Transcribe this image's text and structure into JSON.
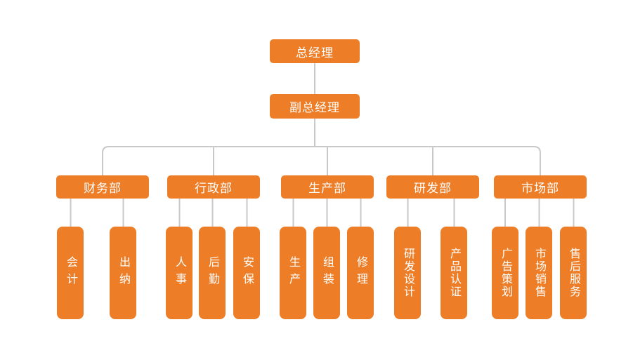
{
  "colors": {
    "accent_orange": "#ED7D26",
    "connector_gray": "#C9C9C9",
    "background": "#FFFFFF",
    "node_text": "#FFFFFF"
  },
  "org_chart": {
    "root": {
      "label": "总经理"
    },
    "deputy": {
      "label": "副总经理"
    },
    "departments": [
      {
        "label": "财务部",
        "children": [
          {
            "label": "会计"
          },
          {
            "label": "出纳"
          }
        ]
      },
      {
        "label": "行政部",
        "children": [
          {
            "label": "人事"
          },
          {
            "label": "后勤"
          },
          {
            "label": "安保"
          }
        ]
      },
      {
        "label": "生产部",
        "children": [
          {
            "label": "生产"
          },
          {
            "label": "组装"
          },
          {
            "label": "修理"
          }
        ]
      },
      {
        "label": "研发部",
        "children": [
          {
            "label": "研发设计"
          },
          {
            "label": "产品认证"
          }
        ]
      },
      {
        "label": "市场部",
        "children": [
          {
            "label": "广告策划"
          },
          {
            "label": "市场销售"
          },
          {
            "label": "售后服务"
          }
        ]
      }
    ]
  }
}
